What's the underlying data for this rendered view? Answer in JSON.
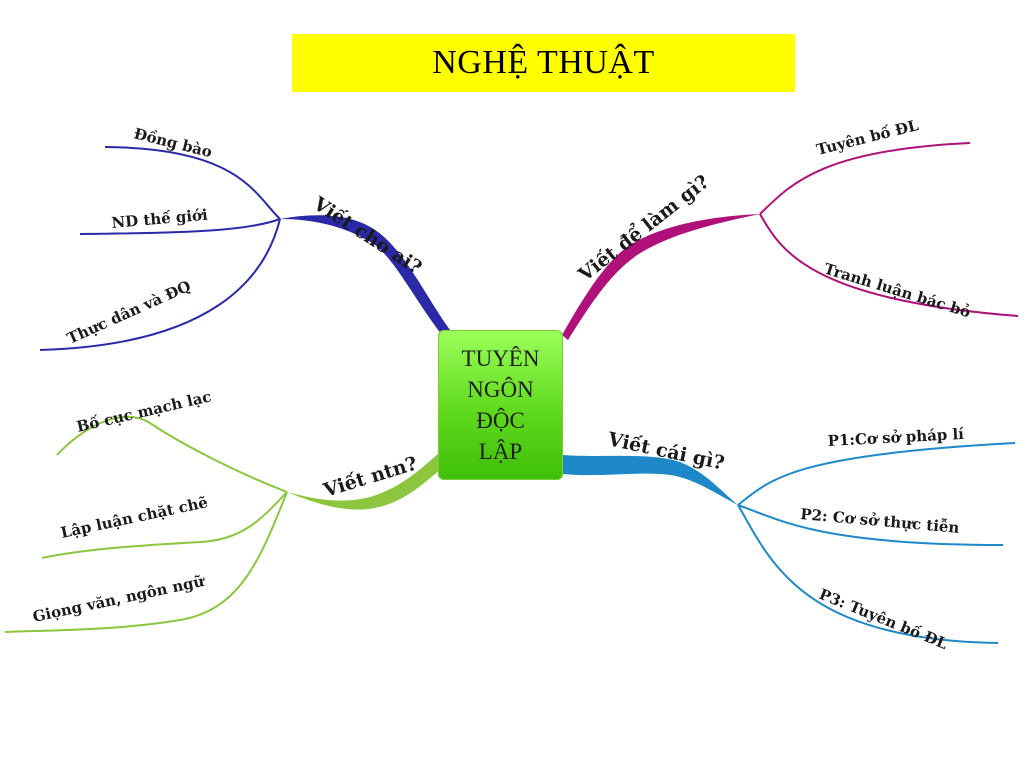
{
  "title": "NGHỆ THUẬT",
  "center": {
    "lines": [
      "TUYÊN",
      "NGÔN",
      "ĐỘC",
      "LẬP"
    ]
  },
  "branches": {
    "who": {
      "label": "Viết cho ai?",
      "color": "#2a2aa8",
      "leaves": [
        "Đồng bào",
        "ND thế giới",
        "Thực dân và ĐQ"
      ]
    },
    "why": {
      "label": "Viết để làm gì?",
      "color": "#b0107a",
      "leaves": [
        "Tuyên bố ĐL",
        "Tranh luận bác bỏ"
      ]
    },
    "how": {
      "label": "Viết ntn?",
      "color": "#8cc63f",
      "leaves": [
        "Bố cục mạch lạc",
        "Lập luận chặt chẽ",
        "Giọng văn, ngôn ngữ"
      ]
    },
    "what": {
      "label": "Viết cái gì?",
      "color": "#1e88c8",
      "leaves": [
        "P1:Cơ sở pháp lí",
        "P2: Cơ sở thực tiễn",
        "P3: Tuyên bố ĐL"
      ]
    }
  }
}
